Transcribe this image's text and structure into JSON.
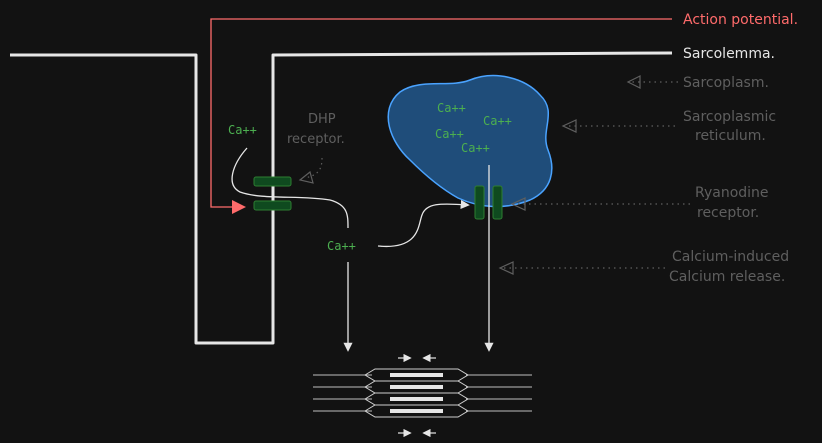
{
  "labels": {
    "action_potential": "Action potential.",
    "sarcolemma": "Sarcolemma.",
    "sarcoplasm": "Sarcoplasm.",
    "sarcoplasmic_reticulum_1": "Sarcoplasmic",
    "sarcoplasmic_reticulum_2": "reticulum.",
    "ryanodine_1": "Ryanodine",
    "ryanodine_2": "receptor.",
    "cicr_1": "Calcium-induced",
    "cicr_2": "Calcium release.",
    "dhp_1": "DHP",
    "dhp_2": "receptor."
  },
  "calcium": {
    "ca_label": "Ca++",
    "sr_ca_1": "Ca++",
    "sr_ca_2": "Ca++",
    "sr_ca_3": "Ca++",
    "sr_ca_4": "Ca++",
    "cytosol_ca": "Ca++"
  },
  "colors": {
    "background": "#121212",
    "membrane": "#e6e6e6",
    "action_potential": "#ff6b6b",
    "muted_label": "#5f5f5f",
    "calcium": "#4caf50",
    "sr_fill": "#1f4d7a",
    "sr_stroke": "#4aa3ff",
    "channel_fill": "#0f4a1f",
    "channel_stroke": "#2e7d32"
  }
}
